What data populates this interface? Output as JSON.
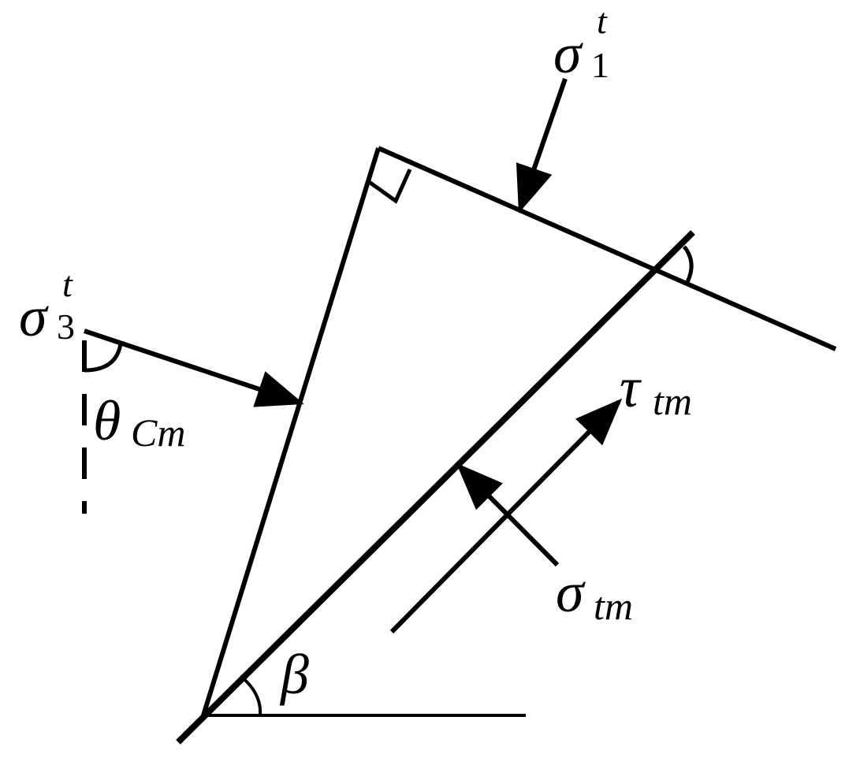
{
  "labels": {
    "sigma1": {
      "symbol": "σ",
      "subscript": "1",
      "superscript": "t"
    },
    "sigma3": {
      "symbol": "σ",
      "subscript": "3",
      "superscript": "t"
    },
    "theta": {
      "symbol": "θ",
      "subscript": "Cm"
    },
    "tau": {
      "symbol": "τ",
      "subscript": "tm"
    },
    "sigma_tm": {
      "symbol": "σ",
      "subscript": "tm"
    },
    "beta": {
      "symbol": "β"
    }
  },
  "colors": {
    "stroke": "#000000",
    "background": "#ffffff"
  }
}
